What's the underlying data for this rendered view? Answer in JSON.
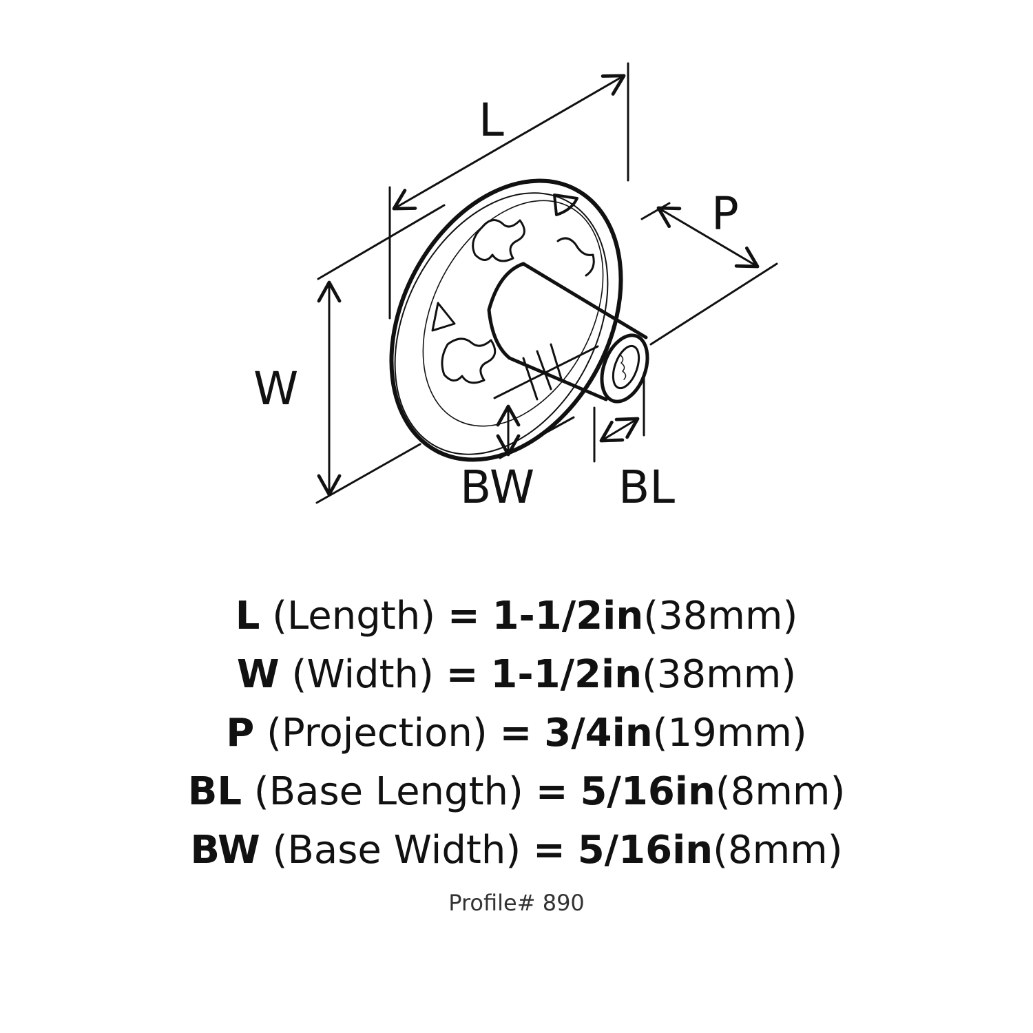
{
  "diagram": {
    "labels": {
      "L": "L",
      "W": "W",
      "P": "P",
      "BW": "BW",
      "BL": "BL"
    },
    "colors": {
      "line": "#111111",
      "background": "#ffffff"
    }
  },
  "specs": [
    {
      "abbr": "L",
      "name": "(Length)",
      "eq": "=",
      "imperial": "1-1/2in",
      "metric": "(38mm)"
    },
    {
      "abbr": "W",
      "name": "(Width)",
      "eq": "=",
      "imperial": "1-1/2in",
      "metric": "(38mm)"
    },
    {
      "abbr": "P",
      "name": "(Projection)",
      "eq": "=",
      "imperial": "3/4in",
      "metric": "(19mm)"
    },
    {
      "abbr": "BL",
      "name": "(Base Length)",
      "eq": "=",
      "imperial": "5/16in",
      "metric": "(8mm)"
    },
    {
      "abbr": "BW",
      "name": "(Base Width)",
      "eq": "=",
      "imperial": "5/16in",
      "metric": "(8mm)"
    }
  ],
  "profile": "Profile# 890"
}
